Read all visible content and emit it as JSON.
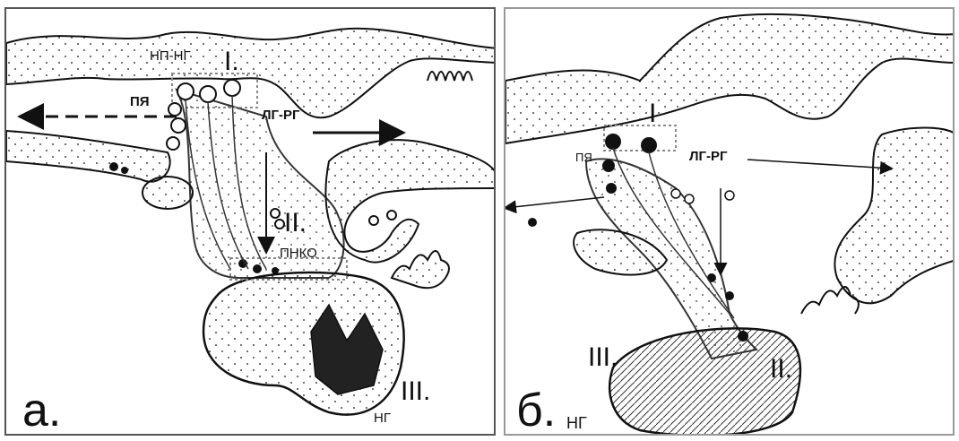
{
  "panel_a": {
    "letter": "а.",
    "np_ng": "НП-НГ",
    "roman_1": "I.",
    "pya": "ПЯ",
    "lg_rg": "ЛГ-РГ",
    "roman_2": "II.",
    "pnko": "ПНКО",
    "roman_3": "III.",
    "ng": "НГ"
  },
  "panel_b": {
    "letter": "б.",
    "roman_1": "I",
    "pya": "ПЯ",
    "lg_rg": "ЛГ-РГ",
    "roman_3": "III.",
    "roman_2": "II.",
    "ng": "НГ"
  }
}
